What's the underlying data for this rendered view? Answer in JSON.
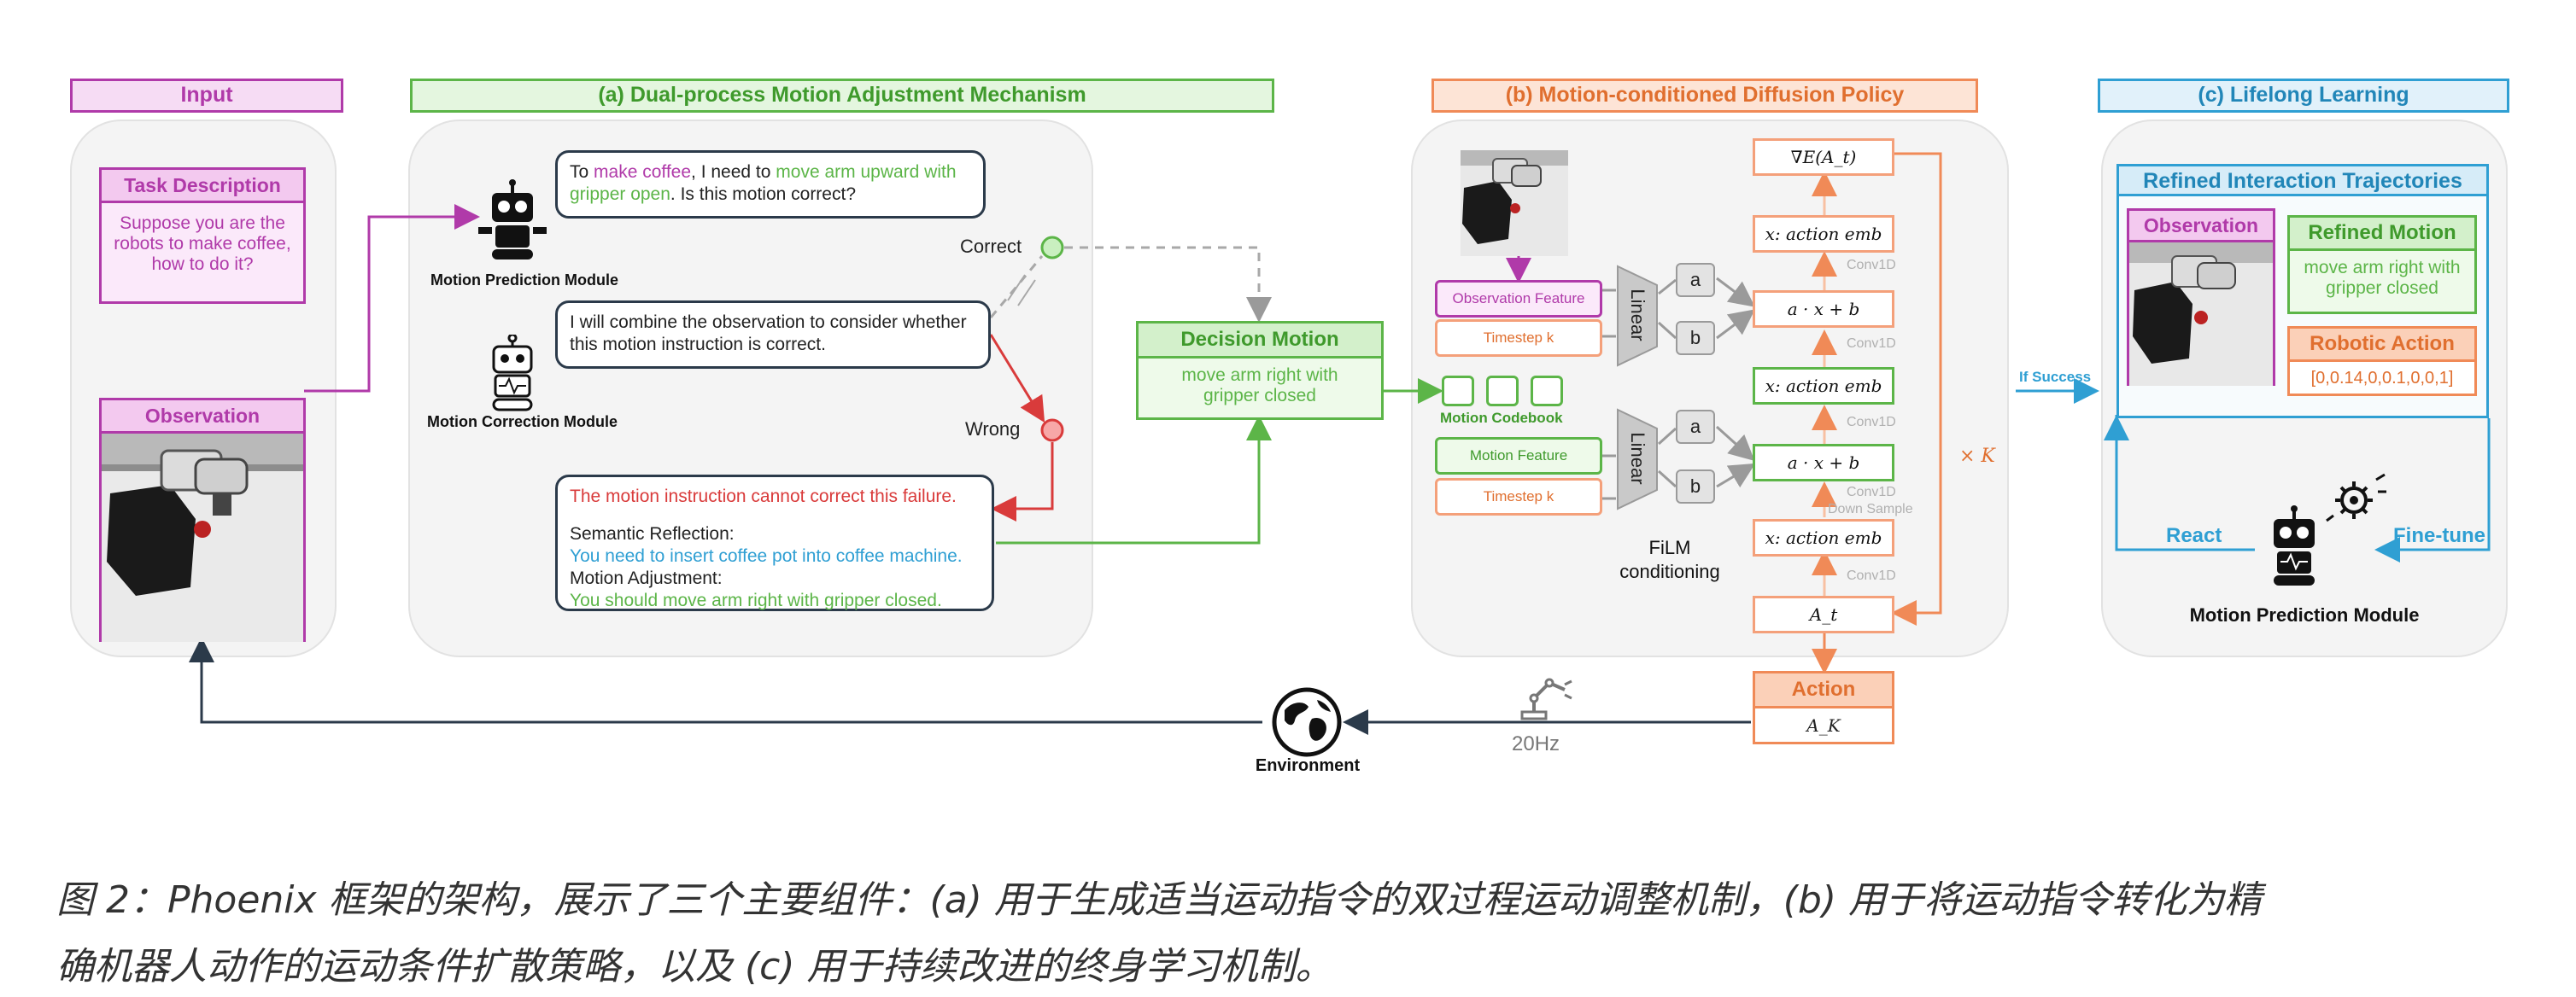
{
  "colors": {
    "input": "#b03aa9",
    "dual": "#5cb548",
    "diffusion": "#f08a57",
    "lifelong": "#2f9fd3",
    "wrong": "#e04a4a",
    "navy": "#2b3a4a"
  },
  "input": {
    "title": "Input",
    "task_title": "Task Description",
    "task_text": "Suppose you are the robots to make coffee, how to do it?",
    "obs_title": "Observation"
  },
  "dual": {
    "title": "(a) Dual-process Motion Adjustment Mechanism",
    "bubble1_a": "To ",
    "bubble1_b": "make coffee",
    "bubble1_c": ", I need to ",
    "bubble1_d": "move arm upward with gripper open",
    "bubble1_e": ". Is this motion correct?",
    "pred_label": "Motion Prediction Module",
    "bubble2": "I will combine the observation to consider whether this motion instruction is correct.",
    "corr_label": "Motion Correction Module",
    "correct": "Correct",
    "wrong": "Wrong",
    "fail_text": "The motion instruction cannot correct this failure.",
    "sem_label": "Semantic Reflection:",
    "sem_text": "You need to insert coffee pot into coffee machine.",
    "adj_label": "Motion Adjustment:",
    "adj_text": "You should move arm right with gripper closed.",
    "decision_title": "Decision Motion",
    "decision_text": "move arm right with gripper closed"
  },
  "diffusion": {
    "title": "(b) Motion-conditioned Diffusion Policy",
    "obs_feature": "Observation Feature",
    "timestep": "Timestep k",
    "motion_codebook": "Motion Codebook",
    "motion_feature": "Motion Feature",
    "timestep2": "Timestep k",
    "linear": "Linear",
    "a": "a",
    "b": "b",
    "grad": "∇E(A_t)",
    "emb": "x: action emb",
    "affine": "a · x + b",
    "conv1d": "Conv1D",
    "down_sample": "Down Sample",
    "film": "FiLM conditioning",
    "at": "A_t",
    "times_k": "× K",
    "action_title": "Action",
    "ak": "A_K",
    "hz": "20Hz",
    "env": "Environment"
  },
  "lifelong": {
    "title": "(c) Lifelong Learning",
    "if_success": "If Success",
    "refined_title": "Refined Interaction Trajectories",
    "obs_title": "Observation",
    "refined_motion_title": "Refined Motion",
    "refined_motion_text": "move arm right with gripper closed",
    "robotic_action_title": "Robotic Action",
    "robotic_action_text": "[0,0.14,0,0.1,0,0,1]",
    "react": "React",
    "finetune": "Fine-tune",
    "module": "Motion Prediction Module"
  },
  "caption": {
    "line1": "图 2：Phoenix 框架的架构，展示了三个主要组件：(a) 用于生成适当运动指令的双过程运动调整机制，(b) 用于将运动指令转化为精",
    "line2": "确机器人动作的运动条件扩散策略，以及 (c) 用于持续改进的终身学习机制。"
  }
}
